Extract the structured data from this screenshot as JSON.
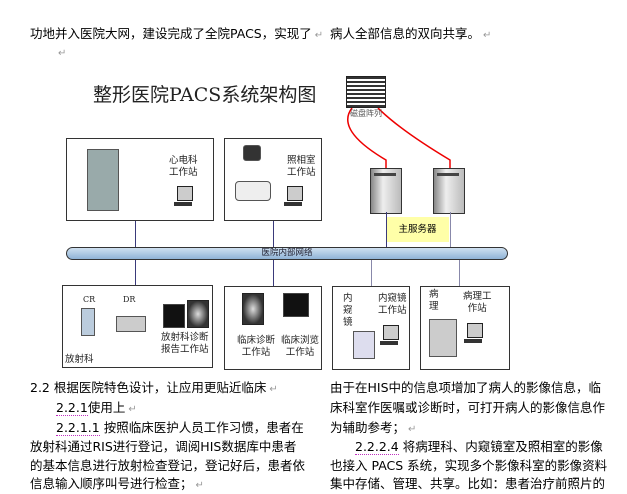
{
  "top_text": {
    "left": "功地并入医院大网，建设完成了全院PACS，实现了",
    "right": "病人全部信息的双向共享。"
  },
  "diagram": {
    "title": "整形医院PACS系统架构图",
    "disk_array": "磁盘阵列",
    "main_server": "主服务器",
    "network": "医院内部网络",
    "ecg": {
      "label": "心电科\n工作站"
    },
    "photo": {
      "label": "照相室\n工作站"
    },
    "radiology": {
      "cr": "CR",
      "dr": "DR",
      "ws": "放射科诊断\n报告工作站",
      "dept": "放射科"
    },
    "clinical": {
      "diag": "临床诊断\n工作站",
      "browse": "临床浏览\n工作站"
    },
    "endoscopy": {
      "dept": "内\n窥\n镜",
      "ws": "内窥镜\n工作站"
    },
    "pathology": {
      "dept": "病\n理",
      "ws": "病理工\n作站"
    }
  },
  "body_left": {
    "l1": "2.2 根据医院特色设计，让应用更贴近临床",
    "l2_num": "2.2.1",
    "l2": "使用上",
    "l3_num": "2.2.1.1",
    "l3": " 按照临床医护人员工作习惯，患者在",
    "l4": "放射科通过RIS进行登记，调阅HIS数据库中患者",
    "l5": "的基本信息进行放射检查登记，登记好后，患者依",
    "l6": "信息输入顺序叫号进行检查；"
  },
  "body_right": {
    "l1": "由于在HIS中的信息项增加了病人的影像信息，临",
    "l2": "床科室作医嘱或诊断时，可打开病人的影像信息作",
    "l3": "为辅助参考；",
    "l4_num": "2.2.2.4",
    "l4": " 将病理科、内窥镜室及照相室的影像",
    "l5": "也接入 PACS 系统，实现多个影像科室的影像资料",
    "l6": "集中存储、管理、共享。比如：患者治疗前照片的"
  }
}
